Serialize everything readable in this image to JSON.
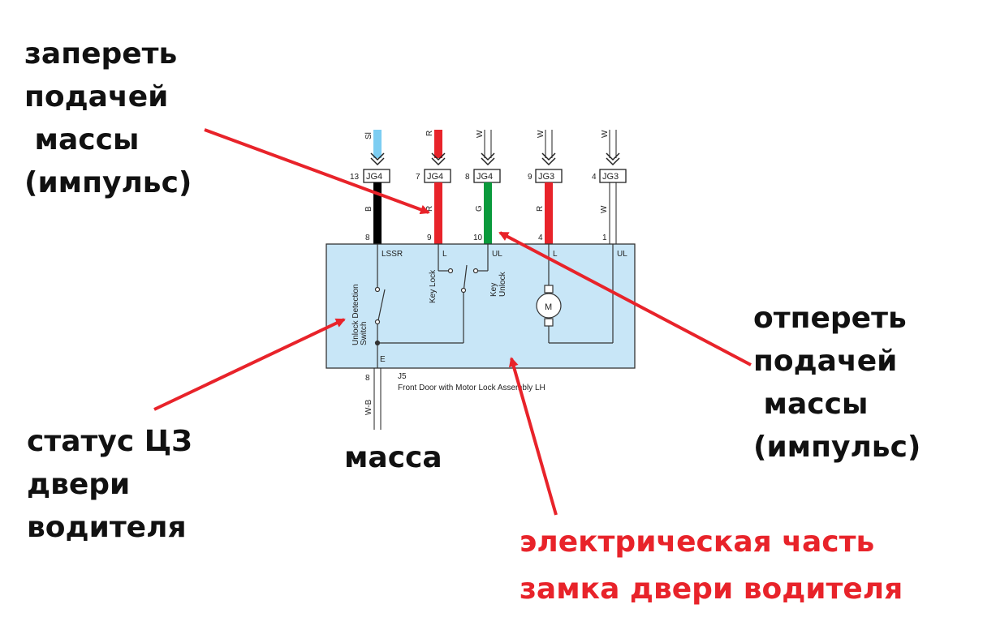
{
  "annotations": {
    "lock_by_ground": "запереть\nподачей\n массы\n(импульс)",
    "unlock_by_ground": "отперeть\nподачей\n массы\n(импульс)",
    "driver_door_status": "статус ЦЗ\nдвери\nводителя",
    "ground": "масса",
    "lock_electrical": "электрическая часть\nзамка двери водителя"
  },
  "wires": [
    {
      "top_code": "Sl",
      "pin": "13",
      "connector": "JG4",
      "color_code": "B",
      "module_pin": "8",
      "module_label": "LSSR",
      "color": "#000000",
      "top_color": "#7ccdf2"
    },
    {
      "top_code": "R",
      "pin": "7",
      "connector": "JG4",
      "color_code": "R",
      "module_pin": "9",
      "module_label": "L",
      "color": "#e8232a",
      "top_color": "#e8232a"
    },
    {
      "top_code": "W",
      "pin": "8",
      "connector": "JG4",
      "color_code": "G",
      "module_pin": "10",
      "module_label": "UL",
      "color": "#0a9a3c",
      "top_color": "#ffffff"
    },
    {
      "top_code": "W",
      "pin": "9",
      "connector": "JG3",
      "color_code": "R",
      "module_pin": "4",
      "module_label": "L",
      "color": "#e8232a",
      "top_color": "#ffffff"
    },
    {
      "top_code": "W",
      "pin": "4",
      "connector": "JG3",
      "color_code": "W",
      "module_pin": "1",
      "module_label": "UL",
      "color": "#ffffff",
      "top_color": "#ffffff"
    }
  ],
  "module": {
    "id": "J5",
    "name": "Front Door with Motor Lock Assembly LH",
    "switch1": "Unlock Detection\nSwitch",
    "switch2": "Key Lock",
    "switch3": "Key\nUnlock",
    "motor": "M",
    "ground_label": "E",
    "ground_pin": "8",
    "ground_wire": "W-B"
  },
  "colors": {
    "module_fill": "#c8e6f7",
    "arrow": "#e8232a"
  }
}
